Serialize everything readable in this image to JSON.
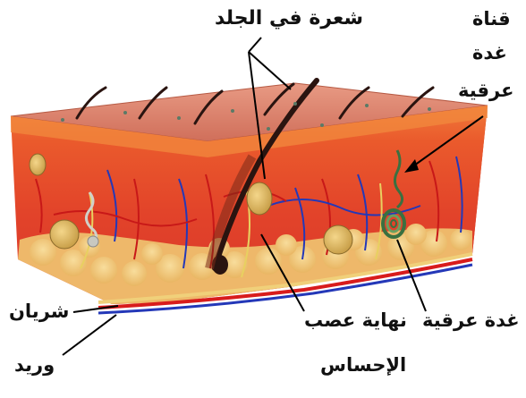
{
  "labels": {
    "hair": "شعرة في الجلد",
    "duct_line1": "قناة",
    "duct_line2": "غدة",
    "duct_line3": "عرقية",
    "artery": "شريان",
    "vein": "وريد",
    "nerve_line1": "نهاية عصب",
    "nerve_line2": "الإحساس",
    "sweat_gland": "غدة عرقية"
  },
  "colors": {
    "epidermis_top": "#d9806a",
    "epidermis_front": "#e8622e",
    "dermis": "#e4442a",
    "fat": "#f0c878",
    "artery": "#d81c1c",
    "vein": "#2438b8",
    "nerve": "#e8d060",
    "hair": "#2a1410",
    "gland": "#3a7040"
  }
}
